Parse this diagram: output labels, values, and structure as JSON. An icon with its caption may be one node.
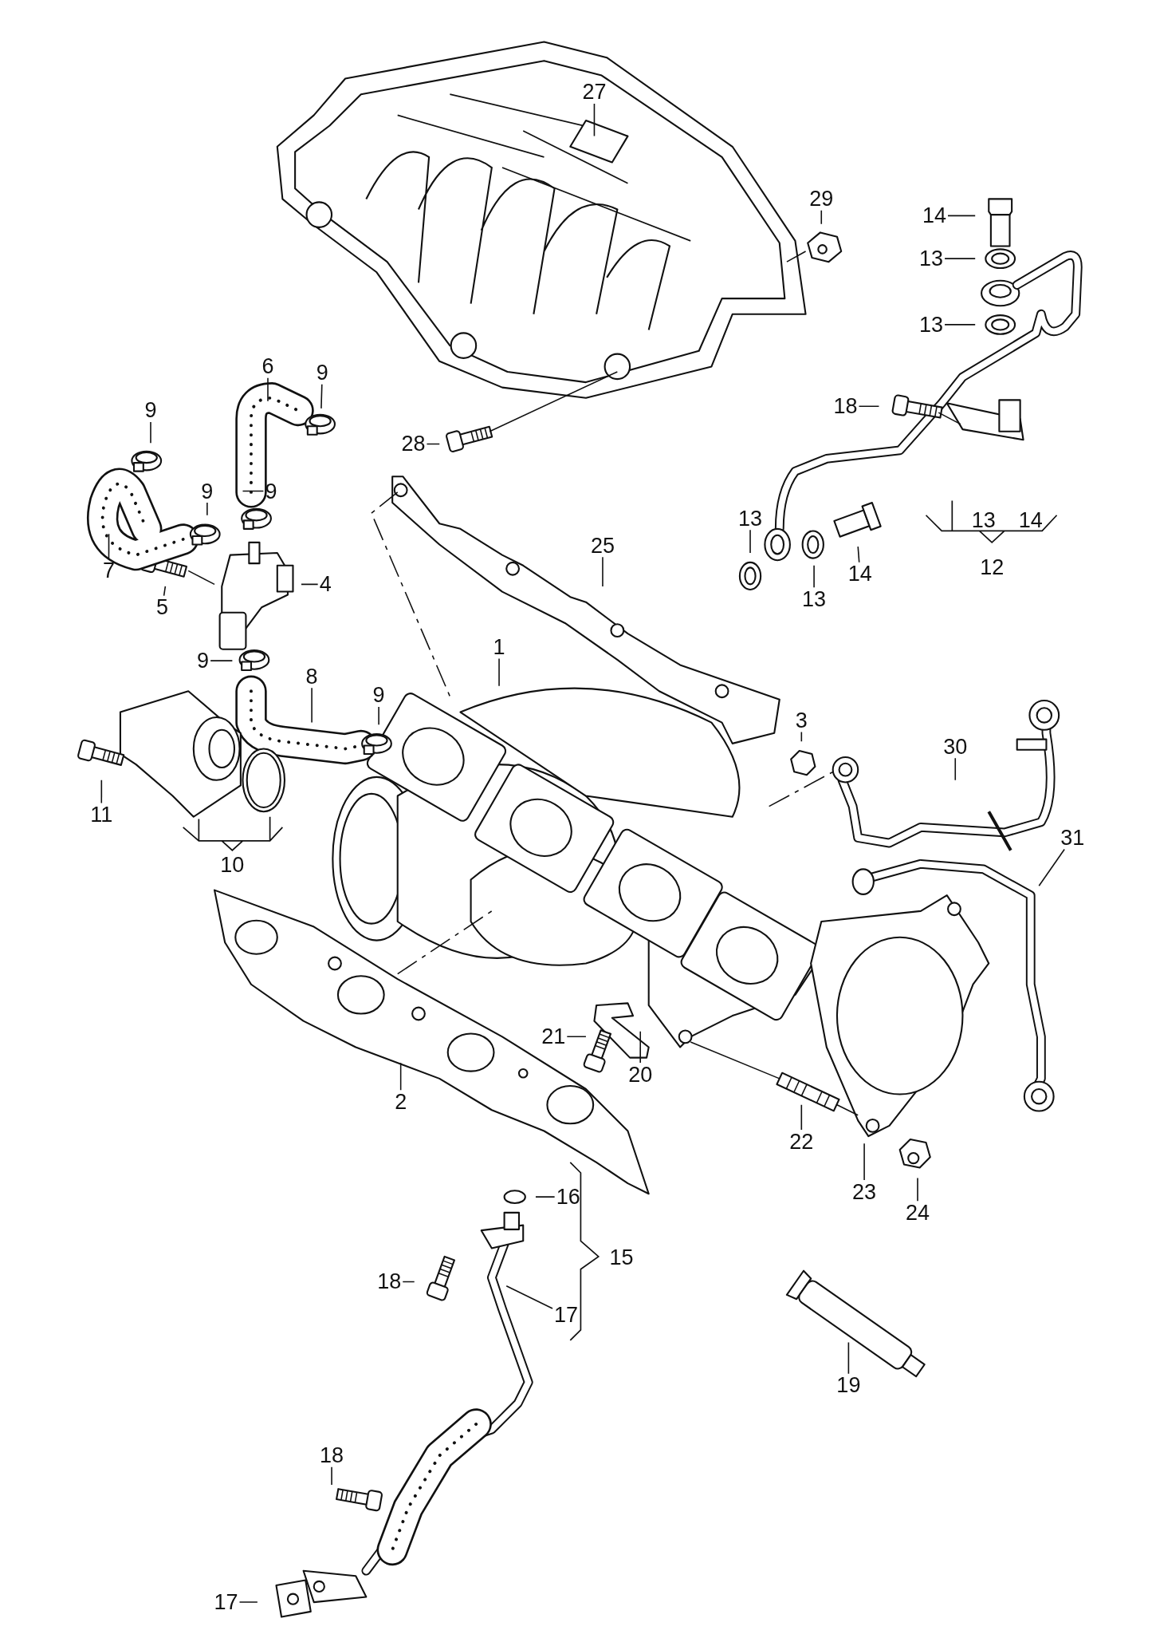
{
  "diagram": {
    "nodes": [
      {
        "text": [
          "27"
        ]
      },
      {
        "text": [
          "29"
        ]
      },
      {
        "text": [
          "14"
        ]
      },
      {
        "text": [
          "13"
        ]
      },
      {
        "text": [
          "13"
        ]
      },
      {
        "text": [
          "6"
        ]
      },
      {
        "text": [
          "9"
        ]
      },
      {
        "text": [
          "18"
        ]
      },
      {
        "text": [
          "9"
        ]
      },
      {
        "text": [
          "28"
        ]
      },
      {
        "text": [
          "9"
        ]
      },
      {
        "text": [
          "9"
        ]
      },
      {
        "text": [
          "13"
        ]
      },
      {
        "text": [
          "25"
        ]
      },
      {
        "text": [
          "7"
        ]
      },
      {
        "text": [
          "14"
        ]
      },
      {
        "text": [
          "4"
        ]
      },
      {
        "text": [
          "5"
        ]
      },
      {
        "text": [
          "13"
        ]
      },
      {
        "text": [
          "1"
        ]
      },
      {
        "text": [
          "9"
        ]
      },
      {
        "text": [
          "8"
        ]
      },
      {
        "text": [
          "9"
        ]
      },
      {
        "text": [
          "3"
        ]
      },
      {
        "text": [
          "30"
        ]
      },
      {
        "text": [
          "11"
        ]
      },
      {
        "text": [
          "31"
        ]
      },
      {
        "text": [
          "21"
        ]
      },
      {
        "text": [
          "20"
        ]
      },
      {
        "text": [
          "2"
        ]
      },
      {
        "text": [
          "22"
        ]
      },
      {
        "text": [
          "23"
        ]
      },
      {
        "text": [
          "16"
        ]
      },
      {
        "text": [
          "24"
        ]
      },
      {
        "text": [
          "18"
        ]
      },
      {
        "text": [
          "17"
        ]
      },
      {
        "text": [
          "19"
        ]
      },
      {
        "text": [
          "18"
        ]
      },
      {
        "text": [
          "17"
        ]
      }
    ],
    "edges": [
      {
        "from": 0,
        "to": null,
        "arrow": "none"
      },
      {
        "from": 1,
        "to": null,
        "arrow": "none"
      },
      {
        "from": 2,
        "to": null,
        "arrow": "none"
      },
      {
        "from": 3,
        "to": null,
        "arrow": "none"
      },
      {
        "from": 4,
        "to": null,
        "arrow": "none"
      },
      {
        "from": 5,
        "to": null,
        "arrow": "none"
      },
      {
        "from": 6,
        "to": null,
        "arrow": "none"
      },
      {
        "from": 7,
        "to": null,
        "arrow": "none"
      },
      {
        "from": 8,
        "to": null,
        "arrow": "none"
      },
      {
        "from": 9,
        "to": null,
        "arrow": "none"
      },
      {
        "from": 10,
        "to": null,
        "arrow": "none"
      },
      {
        "from": 11,
        "to": null,
        "arrow": "none"
      },
      {
        "from": 12,
        "to": null,
        "arrow": "none"
      },
      {
        "from": 13,
        "to": null,
        "arrow": "none"
      },
      {
        "from": 14,
        "to": null,
        "arrow": "none"
      },
      {
        "from": 15,
        "to": null,
        "arrow": "none"
      },
      {
        "from": 16,
        "to": null,
        "arrow": "none"
      },
      {
        "from": 17,
        "to": null,
        "arrow": "none"
      },
      {
        "from": 18,
        "to": null,
        "arrow": "none"
      },
      {
        "from": 19,
        "to": null,
        "arrow": "none"
      },
      {
        "from": 20,
        "to": null,
        "arrow": "none"
      },
      {
        "from": 21,
        "to": null,
        "arrow": "none"
      },
      {
        "from": 22,
        "to": null,
        "arrow": "none"
      },
      {
        "from": 23,
        "to": null,
        "arrow": "none"
      },
      {
        "from": 24,
        "to": null,
        "arrow": "none"
      },
      {
        "from": 25,
        "to": null,
        "arrow": "none"
      },
      {
        "from": 26,
        "to": null,
        "arrow": "none"
      },
      {
        "from": 27,
        "to": null,
        "arrow": "none"
      },
      {
        "from": 28,
        "to": null,
        "arrow": "none"
      },
      {
        "from": 29,
        "to": null,
        "arrow": "none"
      },
      {
        "from": 30,
        "to": null,
        "arrow": "none"
      },
      {
        "from": 31,
        "to": null,
        "arrow": "none"
      },
      {
        "from": 32,
        "to": null,
        "arrow": "none"
      },
      {
        "from": 33,
        "to": null,
        "arrow": "none"
      },
      {
        "from": 34,
        "to": null,
        "arrow": "none"
      },
      {
        "from": 35,
        "to": null,
        "arrow": "none"
      },
      {
        "from": 36,
        "to": null,
        "arrow": "none"
      },
      {
        "from": 37,
        "to": null,
        "arrow": "none"
      },
      {
        "from": 38,
        "to": null,
        "arrow": "none"
      }
    ],
    "labels": [
      "13",
      "14",
      "12",
      "10",
      "15"
    ]
  }
}
